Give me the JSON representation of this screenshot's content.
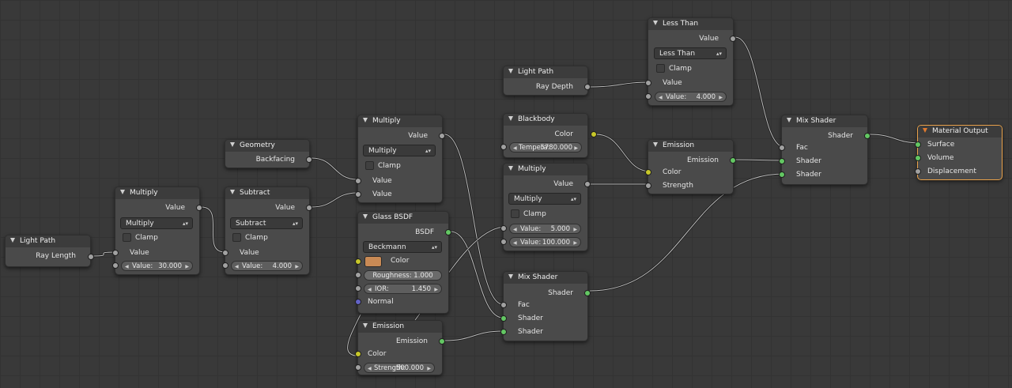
{
  "nodes": {
    "light_path_1": {
      "title": "Light Path",
      "out_ray_length": "Ray Length"
    },
    "multiply_1": {
      "title": "Multiply",
      "out_value": "Value",
      "operation": "Multiply",
      "clamp": "Clamp",
      "in_value": "Value",
      "field_label": "Value:",
      "field_value": "30.000"
    },
    "subtract": {
      "title": "Subtract",
      "out_value": "Value",
      "operation": "Subtract",
      "clamp": "Clamp",
      "in_value": "Value",
      "field_label": "Value:",
      "field_value": "4.000"
    },
    "geometry": {
      "title": "Geometry",
      "out_backfacing": "Backfacing"
    },
    "multiply_2": {
      "title": "Multiply",
      "out_value": "Value",
      "operation": "Multiply",
      "clamp": "Clamp",
      "in_value_1": "Value",
      "in_value_2": "Value"
    },
    "glass_bsdf": {
      "title": "Glass BSDF",
      "out_bsdf": "BSDF",
      "distribution": "Beckmann",
      "color_label": "Color",
      "color": "#c98a55",
      "roughness_label": "Roughness:",
      "roughness": "1.000",
      "ior_label": "IOR:",
      "ior": "1.450",
      "normal": "Normal"
    },
    "emission_1": {
      "title": "Emission",
      "out_emission": "Emission",
      "color_label": "Color",
      "strength_label": "Strength:",
      "strength": "500.000"
    },
    "light_path_2": {
      "title": "Light Path",
      "out_ray_depth": "Ray Depth"
    },
    "blackbody": {
      "title": "Blackbody",
      "out_color": "Color",
      "temp_label": "Tempera:",
      "temp_value": "5780.000"
    },
    "multiply_3": {
      "title": "Multiply",
      "out_value": "Value",
      "operation": "Multiply",
      "clamp": "Clamp",
      "field1_label": "Value:",
      "field1_value": "5.000",
      "field2_label": "Value:",
      "field2_value": "100.000"
    },
    "mix_shader_1": {
      "title": "Mix Shader",
      "out_shader": "Shader",
      "in_fac": "Fac",
      "in_shader_1": "Shader",
      "in_shader_2": "Shader"
    },
    "less_than": {
      "title": "Less Than",
      "out_value": "Value",
      "operation": "Less Than",
      "clamp": "Clamp",
      "in_value": "Value",
      "field_label": "Value:",
      "field_value": "4.000"
    },
    "emission_2": {
      "title": "Emission",
      "out_emission": "Emission",
      "in_color": "Color",
      "in_strength": "Strength"
    },
    "mix_shader_2": {
      "title": "Mix Shader",
      "out_shader": "Shader",
      "in_fac": "Fac",
      "in_shader_1": "Shader",
      "in_shader_2": "Shader"
    },
    "material_output": {
      "title": "Material Output",
      "in_surface": "Surface",
      "in_volume": "Volume",
      "in_displacement": "Displacement"
    }
  },
  "colors": {
    "grid_bg": "#393939",
    "value_socket": "#a1a1a1",
    "shader_socket": "#63c763",
    "color_socket": "#c7c729",
    "vector_socket": "#6363c7",
    "active_outline": "#e8a14a"
  }
}
